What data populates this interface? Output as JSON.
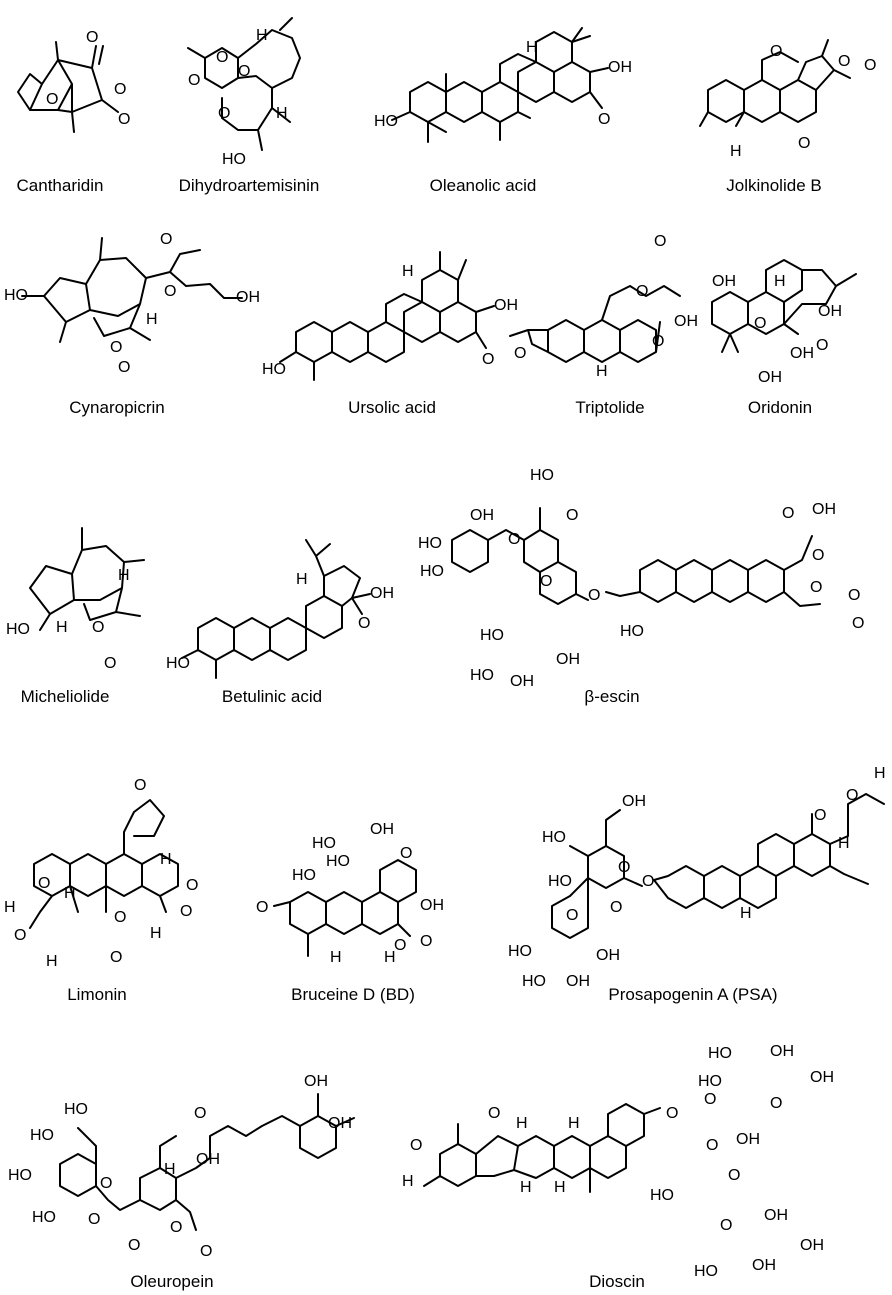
{
  "figure": {
    "compounds": [
      {
        "key": "cantharidin",
        "name": "Cantharidin"
      },
      {
        "key": "dihydroartemisinin",
        "name": "Dihydroartemisinin"
      },
      {
        "key": "oleanolic_acid",
        "name": "Oleanolic acid"
      },
      {
        "key": "jolkinolide_b",
        "name": "Jolkinolide B"
      },
      {
        "key": "cynaropicrin",
        "name": "Cynaropicrin"
      },
      {
        "key": "ursolic_acid",
        "name": "Ursolic acid"
      },
      {
        "key": "triptolide",
        "name": "Triptolide"
      },
      {
        "key": "oridonin",
        "name": "Oridonin"
      },
      {
        "key": "micheliolide",
        "name": "Micheliolide"
      },
      {
        "key": "betulinic_acid",
        "name": "Betulinic acid"
      },
      {
        "key": "beta_escin",
        "name": "β-escin"
      },
      {
        "key": "limonin",
        "name": "Limonin"
      },
      {
        "key": "bruceine_d",
        "name": "Bruceine D (BD)"
      },
      {
        "key": "prosapogenin_a",
        "name": "Prosapogenin A (PSA)"
      },
      {
        "key": "oleuropein",
        "name": "Oleuropein"
      },
      {
        "key": "dioscin",
        "name": "Dioscin"
      }
    ]
  },
  "atom_labels": {
    "O": "O",
    "OH": "OH",
    "HO": "HO",
    "H": "H"
  }
}
